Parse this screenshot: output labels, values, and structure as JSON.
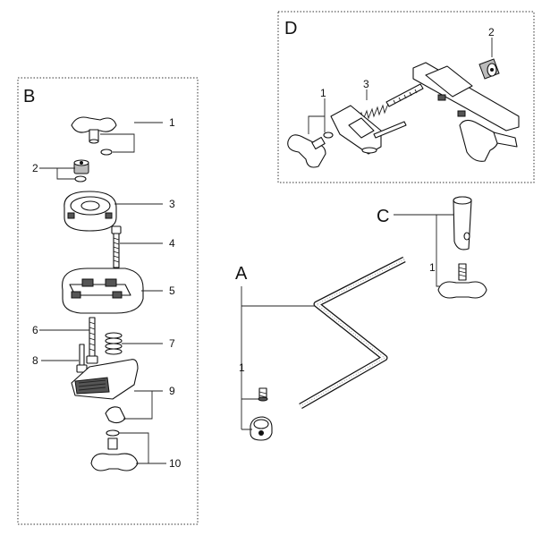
{
  "sections": {
    "A": {
      "label": "A",
      "parts": [
        "1"
      ]
    },
    "B": {
      "label": "B",
      "parts": [
        "1",
        "2",
        "3",
        "4",
        "5",
        "6",
        "7",
        "8",
        "9",
        "10"
      ]
    },
    "C": {
      "label": "C",
      "parts": [
        "1"
      ]
    },
    "D": {
      "label": "D",
      "parts": [
        "1",
        "2",
        "3"
      ]
    }
  }
}
